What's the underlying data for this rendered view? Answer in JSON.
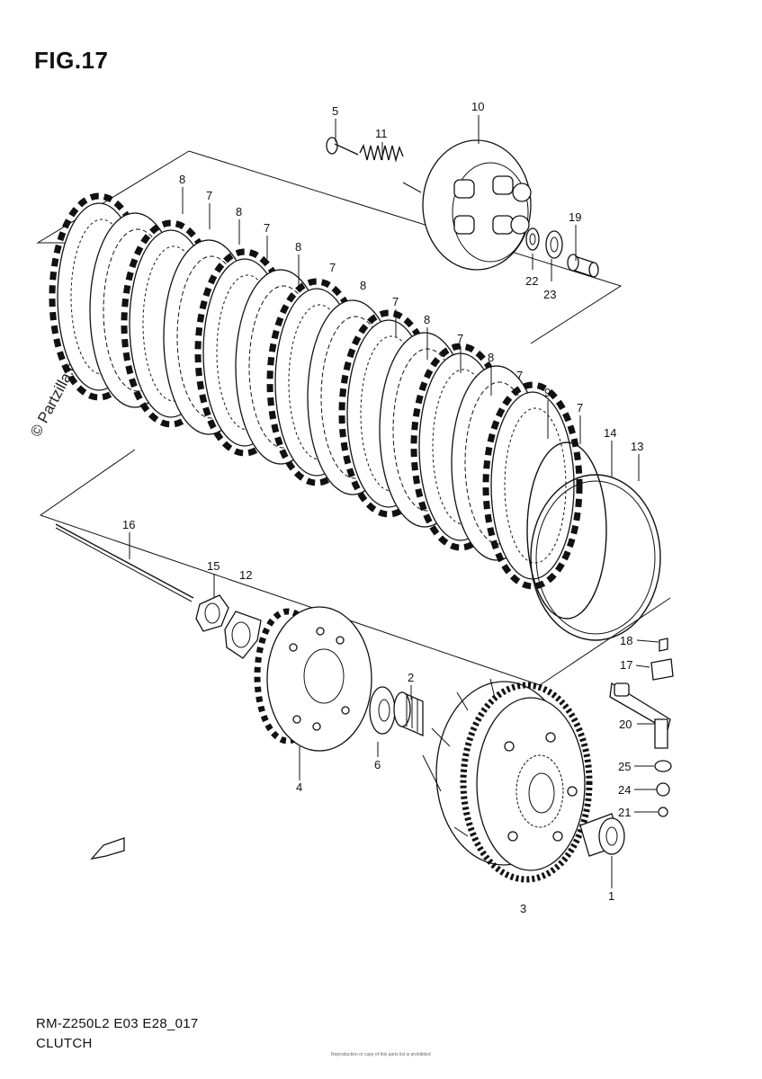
{
  "figure": {
    "title": "FIG.17",
    "code": "RM-Z250L2 E03 E28_017",
    "name": "CLUTCH",
    "watermark": "© Partzilla.com",
    "fine_print": "Reproduction or copy of this parts list is prohibited"
  },
  "callouts": [
    {
      "id": "c1",
      "label": "1"
    },
    {
      "id": "c2",
      "label": "2"
    },
    {
      "id": "c3",
      "label": "3"
    },
    {
      "id": "c4",
      "label": "4"
    },
    {
      "id": "c5",
      "label": "5"
    },
    {
      "id": "c6",
      "label": "6"
    },
    {
      "id": "c7a",
      "label": "7"
    },
    {
      "id": "c7b",
      "label": "7"
    },
    {
      "id": "c7c",
      "label": "7"
    },
    {
      "id": "c7d",
      "label": "7"
    },
    {
      "id": "c7e",
      "label": "7"
    },
    {
      "id": "c7f",
      "label": "7"
    },
    {
      "id": "c7g",
      "label": "7"
    },
    {
      "id": "c8a",
      "label": "8"
    },
    {
      "id": "c8b",
      "label": "8"
    },
    {
      "id": "c8c",
      "label": "8"
    },
    {
      "id": "c8d",
      "label": "8"
    },
    {
      "id": "c8e",
      "label": "8"
    },
    {
      "id": "c8f",
      "label": "8"
    },
    {
      "id": "c9",
      "label": "9"
    },
    {
      "id": "c10",
      "label": "10"
    },
    {
      "id": "c11",
      "label": "11"
    },
    {
      "id": "c12",
      "label": "12"
    },
    {
      "id": "c13",
      "label": "13"
    },
    {
      "id": "c14",
      "label": "14"
    },
    {
      "id": "c15",
      "label": "15"
    },
    {
      "id": "c16",
      "label": "16"
    },
    {
      "id": "c17",
      "label": "17"
    },
    {
      "id": "c18",
      "label": "18"
    },
    {
      "id": "c19",
      "label": "19"
    },
    {
      "id": "c20",
      "label": "20"
    },
    {
      "id": "c21",
      "label": "21"
    },
    {
      "id": "c22",
      "label": "22"
    },
    {
      "id": "c23",
      "label": "23"
    },
    {
      "id": "c24",
      "label": "24"
    },
    {
      "id": "c25",
      "label": "25"
    }
  ]
}
